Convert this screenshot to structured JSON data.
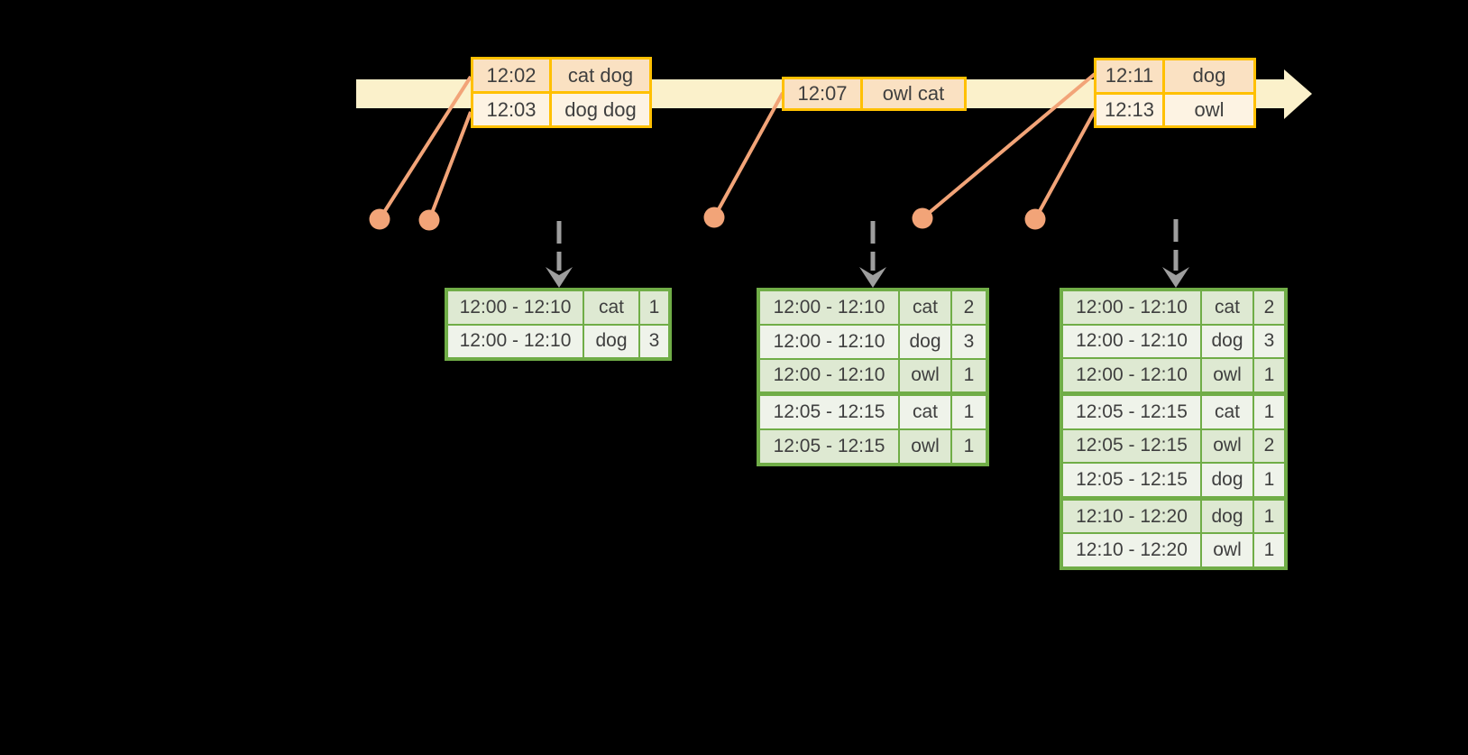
{
  "colors": {
    "background": "#000000",
    "band": "#FBF1CB",
    "gold": "#FFC000",
    "peach-dark": "#FAE1C2",
    "peach-light": "#FDF3E3",
    "green": "#70AD47",
    "green-row-dark": "#DEE9D2",
    "green-row-light": "#EFF3EA",
    "salmon": "#F2A478",
    "gray-arrow": "#9E9E9E",
    "ink": "#3F3F3F"
  },
  "event_tables": [
    {
      "rows": [
        {
          "time": "12:02",
          "words": "cat dog"
        },
        {
          "time": "12:03",
          "words": "dog dog"
        }
      ]
    },
    {
      "rows": [
        {
          "time": "12:07",
          "words": "owl cat"
        }
      ]
    },
    {
      "rows": [
        {
          "time": "12:11",
          "words": "dog"
        },
        {
          "time": "12:13",
          "words": "owl"
        }
      ]
    }
  ],
  "result_tables": [
    {
      "group_breaks": [],
      "rows": [
        {
          "window": "12:00 - 12:10",
          "word": "cat",
          "count": "1"
        },
        {
          "window": "12:00 - 12:10",
          "word": "dog",
          "count": "3"
        }
      ]
    },
    {
      "group_breaks": [
        3
      ],
      "rows": [
        {
          "window": "12:00 - 12:10",
          "word": "cat",
          "count": "2"
        },
        {
          "window": "12:00 - 12:10",
          "word": "dog",
          "count": "3"
        },
        {
          "window": "12:00 - 12:10",
          "word": "owl",
          "count": "1"
        },
        {
          "window": "12:05 - 12:15",
          "word": "cat",
          "count": "1"
        },
        {
          "window": "12:05 - 12:15",
          "word": "owl",
          "count": "1"
        }
      ]
    },
    {
      "group_breaks": [
        3,
        6
      ],
      "rows": [
        {
          "window": "12:00 - 12:10",
          "word": "cat",
          "count": "2"
        },
        {
          "window": "12:00 - 12:10",
          "word": "dog",
          "count": "3"
        },
        {
          "window": "12:00 - 12:10",
          "word": "owl",
          "count": "1"
        },
        {
          "window": "12:05 - 12:15",
          "word": "cat",
          "count": "1"
        },
        {
          "window": "12:05 - 12:15",
          "word": "owl",
          "count": "2"
        },
        {
          "window": "12:05 - 12:15",
          "word": "dog",
          "count": "1"
        },
        {
          "window": "12:10 - 12:20",
          "word": "dog",
          "count": "1"
        },
        {
          "window": "12:10 - 12:20",
          "word": "owl",
          "count": "1"
        }
      ]
    }
  ]
}
